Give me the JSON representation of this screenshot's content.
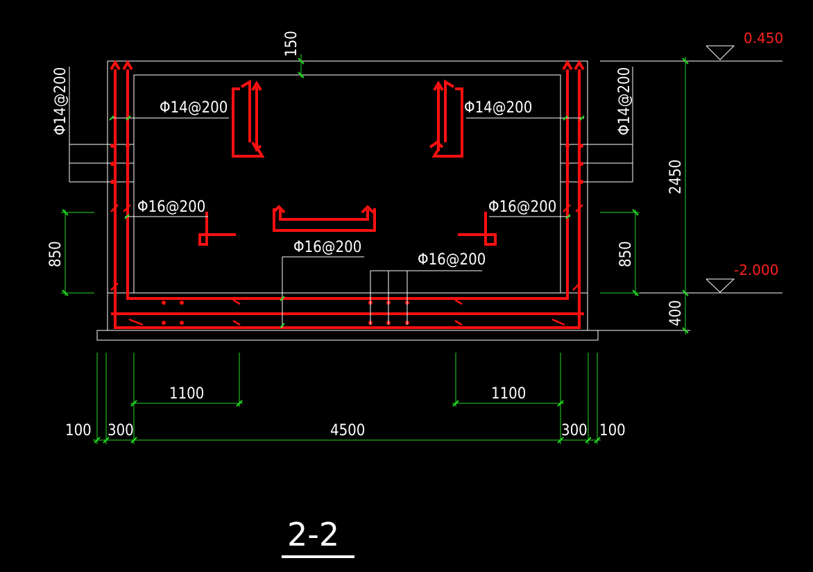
{
  "drawing": {
    "title": "2-2",
    "levels": {
      "top": "0.450",
      "bottom": "-2.000"
    },
    "rebar_labels": {
      "wall_left_vertical": "Φ14@200",
      "wall_right_vertical": "Φ14@200",
      "top_left": "Φ14@200",
      "top_right": "Φ14@200",
      "mid_left": "Φ16@200",
      "mid_right": "Φ16@200",
      "bottom_center_left": "Φ16@200",
      "bottom_center_right": "Φ16@200"
    },
    "dimensions": {
      "top_slab": "150",
      "height_total": "2450",
      "left_850": "850",
      "right_850": "850",
      "base_400": "400",
      "left_1100": "1100",
      "right_1100": "1100",
      "bottom_100_left": "100",
      "bottom_300_left": "300",
      "bottom_4500": "4500",
      "bottom_300_right": "300",
      "bottom_100_right": "100"
    },
    "colors": {
      "rebar": "#ff1010",
      "dimension": "#22dd22",
      "outline": "#ffffff",
      "background": "#000000"
    }
  }
}
